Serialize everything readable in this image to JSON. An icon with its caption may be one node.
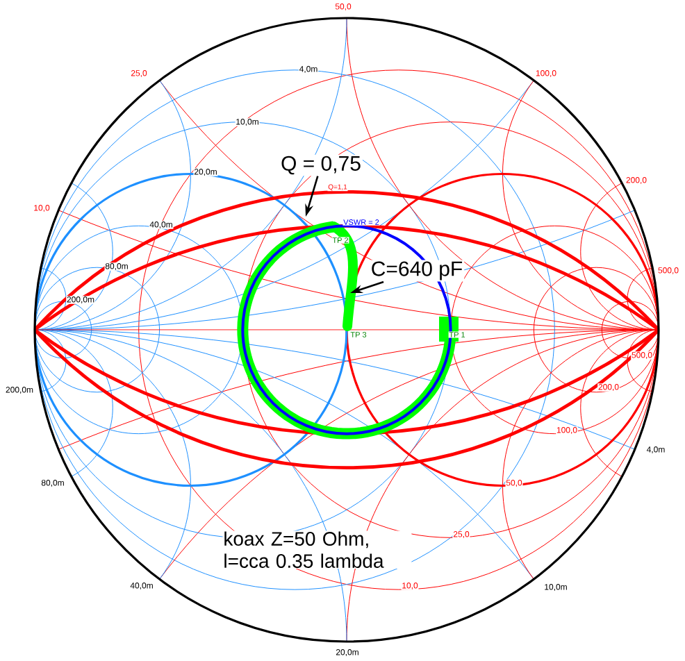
{
  "diagram": {
    "nodes": [
      {
        "text": [
          "Q = 0,75"
        ]
      },
      {
        "text": [
          "C=640 pF"
        ]
      }
    ],
    "edges": [
      {
        "from": 0,
        "to": null,
        "arrow": "to"
      },
      {
        "from": 1,
        "to": null,
        "arrow": "to"
      }
    ],
    "labels": [
      "50,0",
      "25,0",
      "100,0",
      "4,0m",
      "10,0m",
      "200,0",
      "20,0m",
      "Q=1,1",
      "10,0",
      "40,0m",
      "VSWR = 2",
      "TP 2",
      "500,0",
      "80,0m",
      "200,0m",
      "TP 3",
      "TP 1",
      "500,0",
      "200,0",
      "200,0m",
      "100,0",
      "80,0m",
      "50,0",
      "25,0",
      "koax Z=50 Ohm, l=cca 0.35 lambda",
      "40,0m",
      "10,0",
      "10,0m",
      "4,0m",
      "20,0m"
    ]
  }
}
